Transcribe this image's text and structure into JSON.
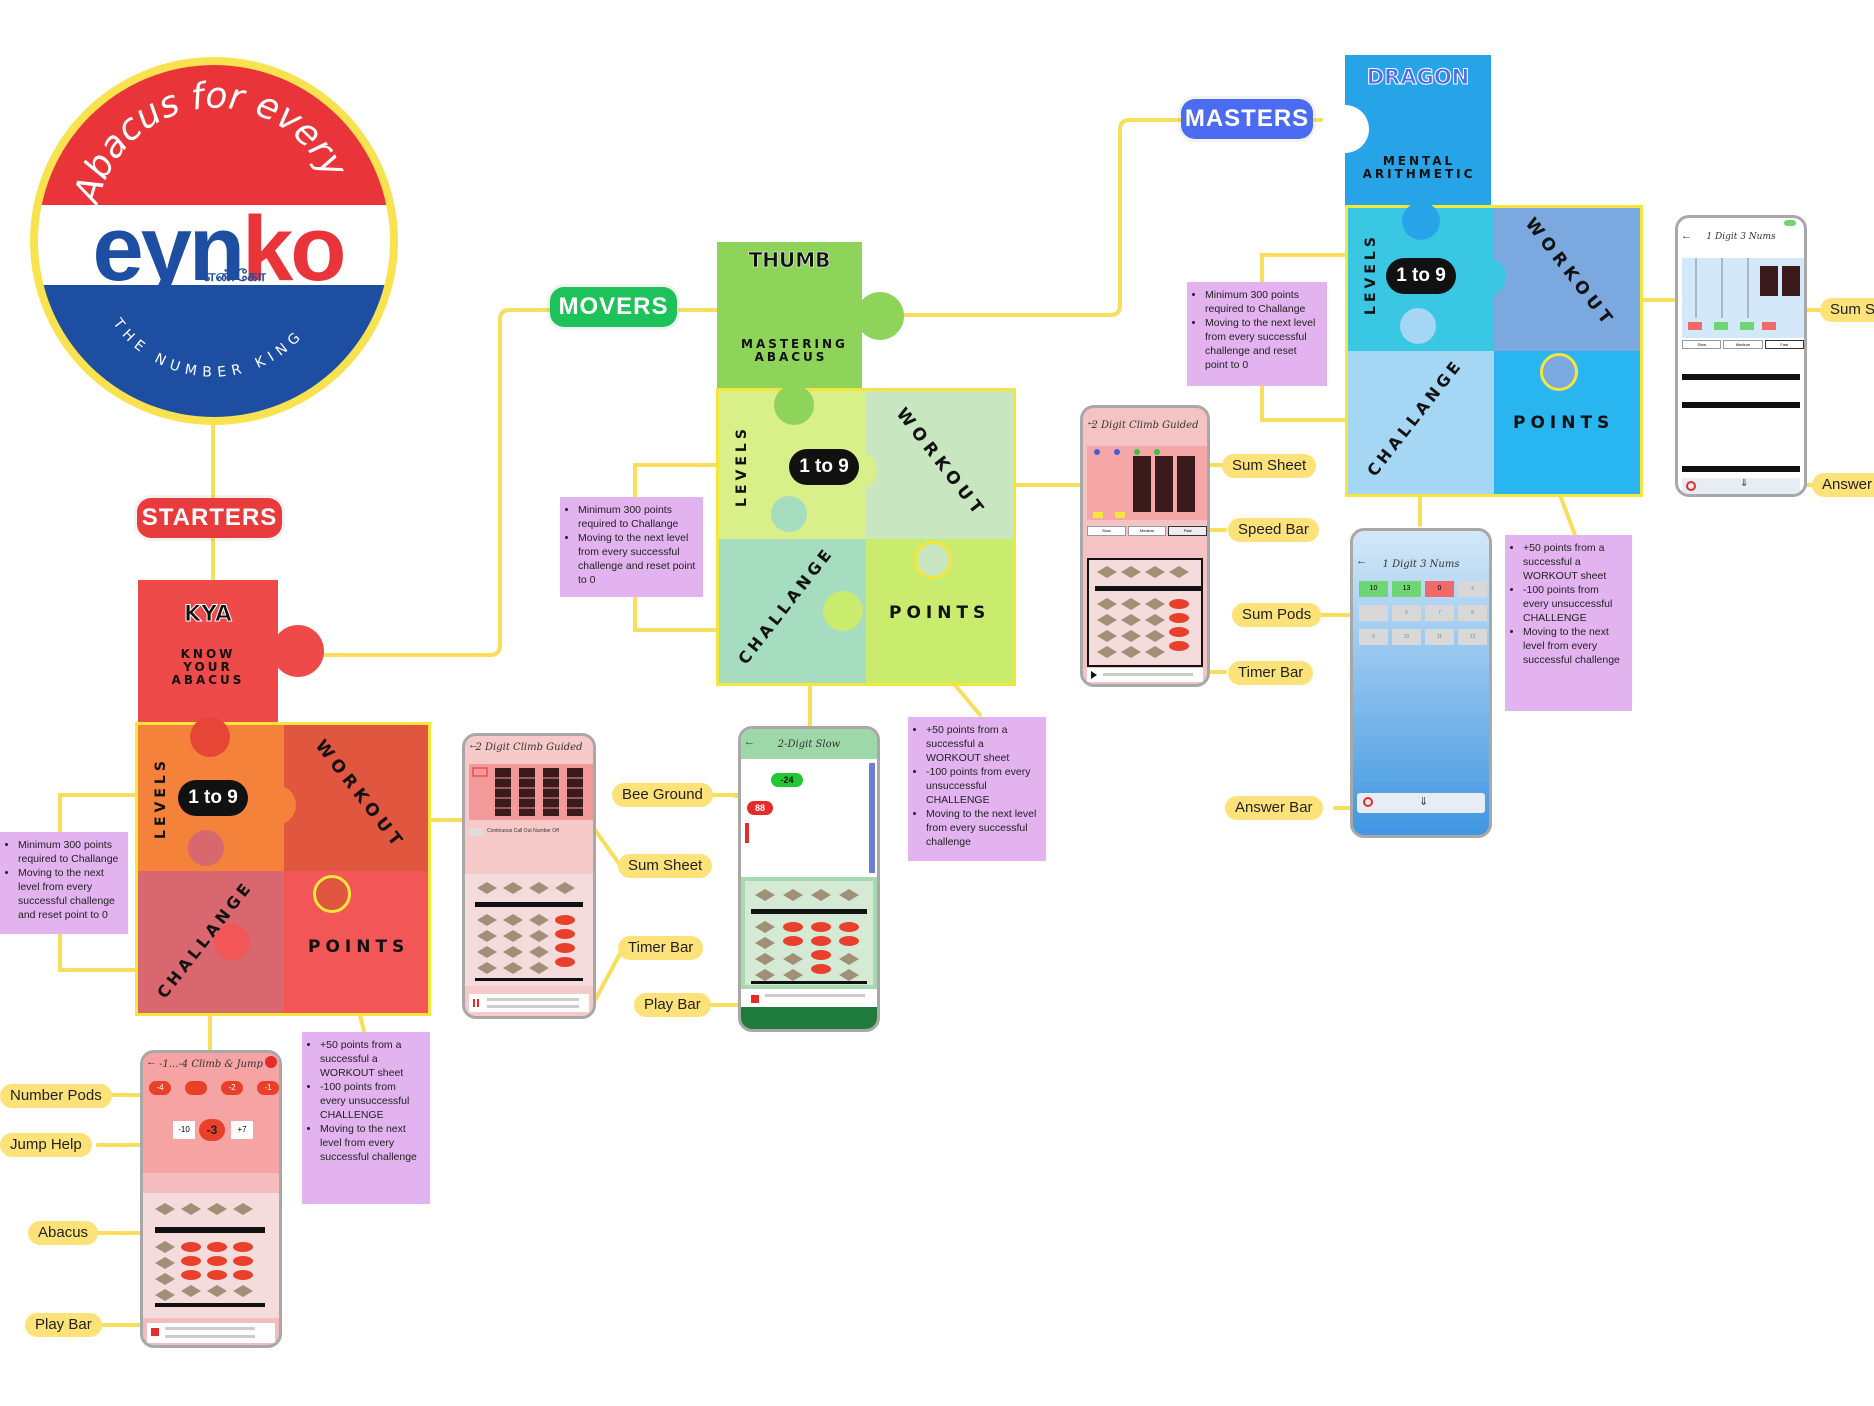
{
  "logo": {
    "arc_text": "Abacus for everyone",
    "brand_left": "eyn",
    "brand_right": "ko",
    "tamil": "எண்கோ",
    "tagline": "THE NUMBER KING"
  },
  "stages": {
    "starters": "STARTERS",
    "movers": "MOVERS",
    "masters": "MASTERS"
  },
  "modules": {
    "kya": {
      "title": "KYA",
      "subtitle": "KNOW YOUR ABACUS"
    },
    "thumb": {
      "title": "THUMB",
      "subtitle": "MASTERING ABACUS"
    },
    "dragon": {
      "title": "DRAGON",
      "subtitle": "MENTAL ARITHMETIC"
    }
  },
  "puzzle": {
    "levels": "LEVELS",
    "range": "1 to 9",
    "workout": "WORKOUT",
    "challange": "CHALLANGE",
    "points": "POINTS"
  },
  "notes": {
    "challenge_rules": [
      "Minimum 300 points required to Challange",
      "Moving to the next level from every successful challenge and reset point to 0"
    ],
    "points_rules_1": [
      "+50 points from a successful a WORKOUT sheet",
      "-100 points from every unsuccessful CHALLENGE",
      "Moving to the next level from every successful challenge"
    ],
    "points_rules_2": [
      "+50 points from a successful a WORKOUT sheet",
      "-100 points from every unsuccessful CHALLENGE",
      "Moving to the next level from every successful challenge"
    ],
    "points_rules_3": [
      "+50 points from a successful a WORKOUT sheet",
      "-100 points from every unsuccessful CHALLENGE",
      "Moving to the next level from every successful challenge"
    ]
  },
  "phones": {
    "kya_phone": {
      "title": "-1...-4 Climb & Jump",
      "pods": [
        "-4",
        "",
        "-2",
        "-1"
      ],
      "jump_left": "-10",
      "jump_mid": "-3",
      "jump_right": "+7"
    },
    "climb_phone": {
      "title": "2 Digit Climb Guided",
      "toggle_text": "Continuous Call Out Number Off"
    },
    "slow_phone": {
      "title": "2-Digit Slow",
      "bee1": "-24",
      "bee2": "88"
    },
    "thumb_phone": {
      "title": "2 Digit Climb Guided",
      "speeds": [
        "Slow",
        "Medium",
        "Fast"
      ]
    },
    "dragon_phone1": {
      "title": "1 Digit 3 Nums",
      "pods": [
        "10",
        "13",
        "0",
        "4",
        "",
        "6",
        "7",
        "8",
        "9",
        "10",
        "11",
        "12"
      ]
    },
    "dragon_phone2": {
      "title": "1 Digit 3 Nums",
      "speeds": [
        "Slow",
        "Medium",
        "Fast"
      ]
    }
  },
  "labels": {
    "number_pods": "Number Pods",
    "jump_help": "Jump Help",
    "abacus": "Abacus",
    "play_bar_1": "Play Bar",
    "bee_ground": "Bee Ground",
    "sum_sheet_1": "Sum Sheet",
    "timer_bar_1": "Timer Bar",
    "play_bar_2": "Play Bar",
    "sum_sheet_2": "Sum Sheet",
    "speed_bar": "Speed Bar",
    "sum_pods": "Sum Pods",
    "timer_bar_2": "Timer Bar",
    "answer_bar_1": "Answer Bar",
    "sum_sheet_3": "Sum Sh",
    "answer_bar_2": "Answer"
  },
  "colors": {
    "connector": "#f7de5c",
    "starters": "#e83b3b",
    "movers": "#1ec25a",
    "masters": "#4b6cf0",
    "kya": "#ef4a4a",
    "thumb": "#8fd45a",
    "dragon": "#27a4e8"
  }
}
